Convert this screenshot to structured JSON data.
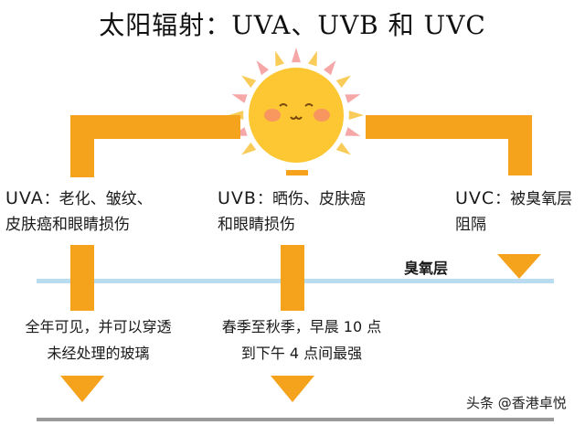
{
  "title": "太阳辐射：UVA、UVB 和 UVC",
  "ozone_label": "臭氧层",
  "branches": {
    "uva": {
      "name": "UVA",
      "effect_line1": "：老化、皱纹、",
      "effect_line2": "皮肤癌和眼睛损伤",
      "note_line1": "全年可见，并可以穿透",
      "note_line2": "未经处理的玻璃"
    },
    "uvb": {
      "name": "UVB",
      "effect_line1": "：晒伤、皮肤癌",
      "effect_line2": "和眼睛损伤",
      "note_line1": "春季至秋季，早晨 10 点",
      "note_line2": "到下午 4 点间最强"
    },
    "uvc": {
      "name": "UVC",
      "effect_line1": "：被臭氧层",
      "effect_line2": "阻隔"
    }
  },
  "watermark": "头条 @香港卓悦",
  "colors": {
    "arrow": "#F5A21C",
    "sun": "#FCC733",
    "sun_rays": "#F6A8A8",
    "ozone_line": "#B9DCF0",
    "ground_line": "#9A9A9A"
  }
}
